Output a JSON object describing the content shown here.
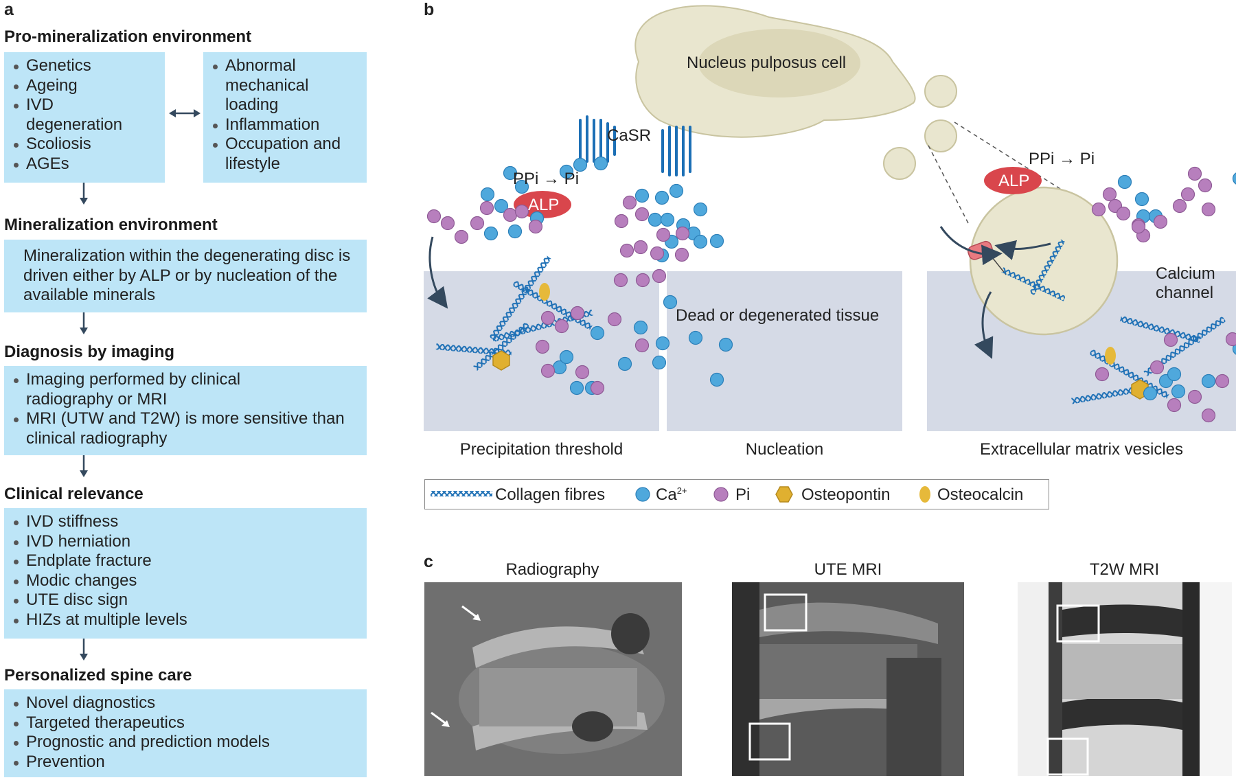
{
  "panel_a": {
    "letter": "a",
    "sections": [
      {
        "title": "Pro-mineralization environment",
        "left_items": [
          "Genetics",
          "Ageing",
          "IVD degeneration",
          "Scoliosis",
          "AGEs"
        ],
        "right_items": [
          "Abnormal mechanical loading",
          "Inflammation",
          "Occupation and lifestyle"
        ]
      },
      {
        "title": "Mineralization environment",
        "text": "Mineralization within the degenerating disc is driven either by ALP or by nucleation of the available minerals"
      },
      {
        "title": "Diagnosis by imaging",
        "items": [
          "Imaging performed by clinical radiography or MRI",
          "MRI (UTW and T2W) is more sensitive than clinical radiography"
        ]
      },
      {
        "title": "Clinical relevance",
        "items": [
          "IVD stiffness",
          "IVD herniation",
          "Endplate fracture",
          "Modic changes",
          "UTE disc sign",
          "HIZs at multiple levels"
        ]
      },
      {
        "title": "Personalized spine care",
        "items": [
          "Novel diagnostics",
          "Targeted therapeutics",
          "Prognostic and prediction models",
          "Prevention"
        ]
      }
    ]
  },
  "panel_b": {
    "letter": "b",
    "cell_label": "Nucleus pulposus cell",
    "casr_label": "CaSR",
    "ppi_label_left": "PPi → Pi",
    "ppi_label_right": "PPi → Pi",
    "alp_label": "ALP",
    "dead_tissue_label": "Dead or degenerated tissue",
    "calcium_channel_label": "Calcium channel",
    "captions": [
      "Precipitation threshold",
      "Nucleation",
      "Extracellular matrix vesicles"
    ],
    "legend": {
      "collagen": "Collagen fibres",
      "ca_base": "Ca",
      "ca_sup": "2+",
      "pi": "Pi",
      "osteopontin": "Osteopontin",
      "osteocalcin": "Osteocalcin"
    },
    "colors": {
      "ca": "#4fa8dc",
      "pi": "#b77fbd",
      "alp": "#d9464c",
      "cell": "#e9e6cf",
      "tissue": "#d5dae6",
      "collagen": "#1c6fb5",
      "osteopontin": "#e0b030",
      "osteocalcin": "#e6b93a"
    }
  },
  "panel_c": {
    "letter": "c",
    "image_titles": [
      "Radiography",
      "UTE MRI",
      "T2W MRI"
    ]
  }
}
